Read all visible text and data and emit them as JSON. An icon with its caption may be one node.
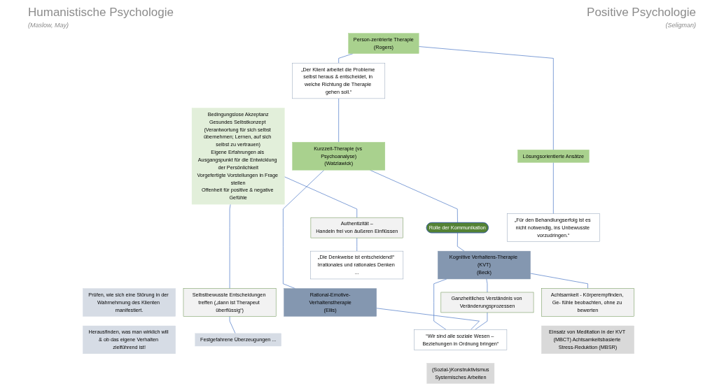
{
  "diagram": {
    "nodes": [
      {
        "text": [
          "Person-zentrierte Therapie",
          "(Rogers)"
        ]
      },
      {
        "text": [
          "Lösungsorientierte Ansätze"
        ]
      },
      {
        "text": [
          "„Der Klient arbeitet die Probleme selbst heraus & entscheidet, in welche Richtung die Therapie gehen soll.“"
        ]
      },
      {
        "text": [
          "Bedingungslose Akzeptanz",
          "Gesundes Selbstkonzept (Verantwortung für sich selbst übernehmen; Lernen, auf sich selbst zu vertrauen)",
          "Eigene Erfahrungen als Ausgangspunkt für die Entwicklung der Persönlichkeit",
          "Vorgefertigte Vorstellungen in Frage stellen",
          "Offenheit für positive & negative Gefühle"
        ]
      },
      {
        "text": [
          "„Für den Behandlungserfolg ist es nicht notwendig, ins Unbewusste vorzudringen.“"
        ]
      },
      {
        "text": [
          "Kognitive Verhaltens-Therapie (KVT)",
          "(Beck)"
        ]
      },
      {
        "text": [
          "Prüfen, wie sich eine Störung in der Wahrnehmung des Klienten manifestiert."
        ]
      },
      {
        "text": [
          "Herausfinden, was man wirklich will & ob das eigene Verhalten zielführend ist!"
        ]
      },
      {
        "text": [
          "Kurzzeit-Therapie (vs Psychoanalyse)",
          "(Watzlawick)"
        ]
      },
      {
        "text": [
          "Rolle der Kommunikation"
        ]
      },
      {
        "text": [
          "Authentizität –",
          "Handeln frei von äußeren Einflüssen"
        ]
      },
      {
        "text": [
          "Selbstbewusste Entscheidungen treffen („dann ist Therapeut überflüssig“)"
        ]
      },
      {
        "text": [
          "Ganzheitliches Verständnis von Veränderungsprozessen"
        ]
      },
      {
        "text": [
          "Achtsamkeit - Körperempfinden, Ge- fühle beobachten, ohne zu bewerten"
        ]
      },
      {
        "text": [
          "„Die Denkweise ist entscheidend!“ Irrationales und rationales Denken ..."
        ]
      },
      {
        "text": [
          "Rational-Emotive-Verhaltenstherapie",
          "(Ellis)"
        ]
      },
      {
        "text": [
          "Festgefahrene Überzeugungen ..."
        ]
      },
      {
        "text": [
          "“Wir sind alle soziale Wesen – Beziehungen in Ordnung bringen“"
        ]
      },
      {
        "text": [
          "(Sozial-)Konstruktivismus",
          "Systemisches Arbeiten"
        ]
      },
      {
        "text": [
          "Einsatz von Meditation in der KVT (MBCT) Achtsamkeitsbasierte Stress-Reduktion (MBSR)"
        ]
      }
    ],
    "edges": [
      {
        "from": 0,
        "to": 1,
        "arrow": "none"
      },
      {
        "from": 0,
        "to": 2,
        "arrow": "none"
      },
      {
        "from": 2,
        "to": 8,
        "arrow": "none"
      },
      {
        "from": 8,
        "to": 9,
        "arrow": "none"
      },
      {
        "from": 1,
        "to": 4,
        "arrow": "none"
      },
      {
        "from": 8,
        "to": 15,
        "arrow": "none"
      },
      {
        "from": 3,
        "to": 10,
        "arrow": "none"
      },
      {
        "from": 3,
        "to": 11,
        "arrow": "none"
      },
      {
        "from": 10,
        "to": 14,
        "arrow": "none"
      },
      {
        "from": 11,
        "to": 16,
        "arrow": "none"
      },
      {
        "from": 9,
        "to": 5,
        "arrow": "none"
      },
      {
        "from": 5,
        "to": 12,
        "arrow": "none"
      },
      {
        "from": 5,
        "to": 13,
        "arrow": "none"
      },
      {
        "from": 5,
        "to": 17,
        "arrow": "none"
      },
      {
        "from": 15,
        "to": 17,
        "arrow": "none"
      },
      {
        "from": 12,
        "to": 17,
        "arrow": "none"
      }
    ],
    "labels": [
      "Humanistische Psychologie",
      "(Maslow, May)",
      "Positive Psychologie",
      "(Seligman)"
    ]
  }
}
